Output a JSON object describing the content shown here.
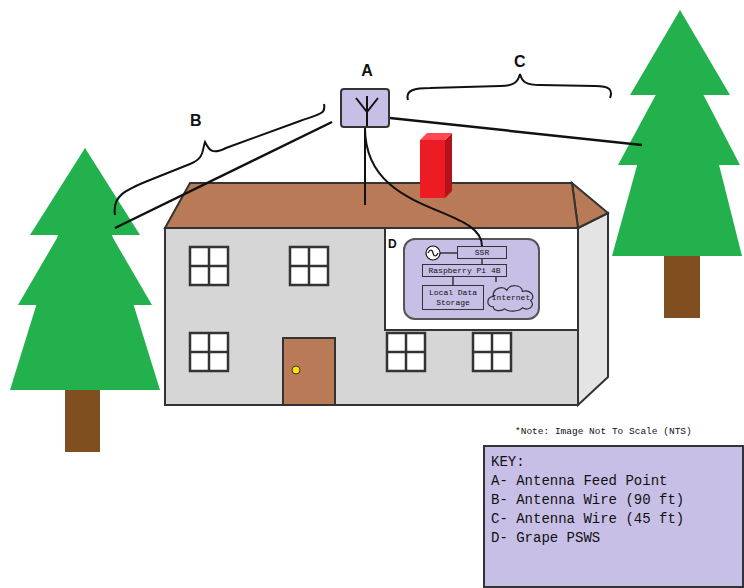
{
  "diagram": {
    "nodes": [
      {
        "text": [
          "A"
        ]
      },
      {
        "text": [
          "D"
        ]
      },
      {
        "text": [
          "SSR"
        ],
        "in": 1
      },
      {
        "text": [
          "Raspberry Pi 4B"
        ],
        "in": 1
      },
      {
        "text": [
          "Local Data Storage"
        ],
        "in": 1
      },
      {
        "text": [
          "Internet"
        ],
        "in": 1
      },
      {
        "text": [
          "KEY:",
          "A- Antenna Feed Point",
          "B- Antenna Wire (90 ft)",
          "C- Antenna Wire (45 ft)",
          "D- Grape PSWS"
        ]
      }
    ],
    "edges": [
      {
        "from": 0,
        "to": 2,
        "arrow": "none"
      },
      {
        "from": 2,
        "to": 3,
        "arrow": "none"
      },
      {
        "from": 3,
        "to": 4,
        "arrow": "none"
      },
      {
        "from": 3,
        "to": 5,
        "arrow": "none"
      }
    ],
    "labels": [
      "B",
      "C",
      "*Note: Image Not To Scale (NTS)"
    ]
  }
}
